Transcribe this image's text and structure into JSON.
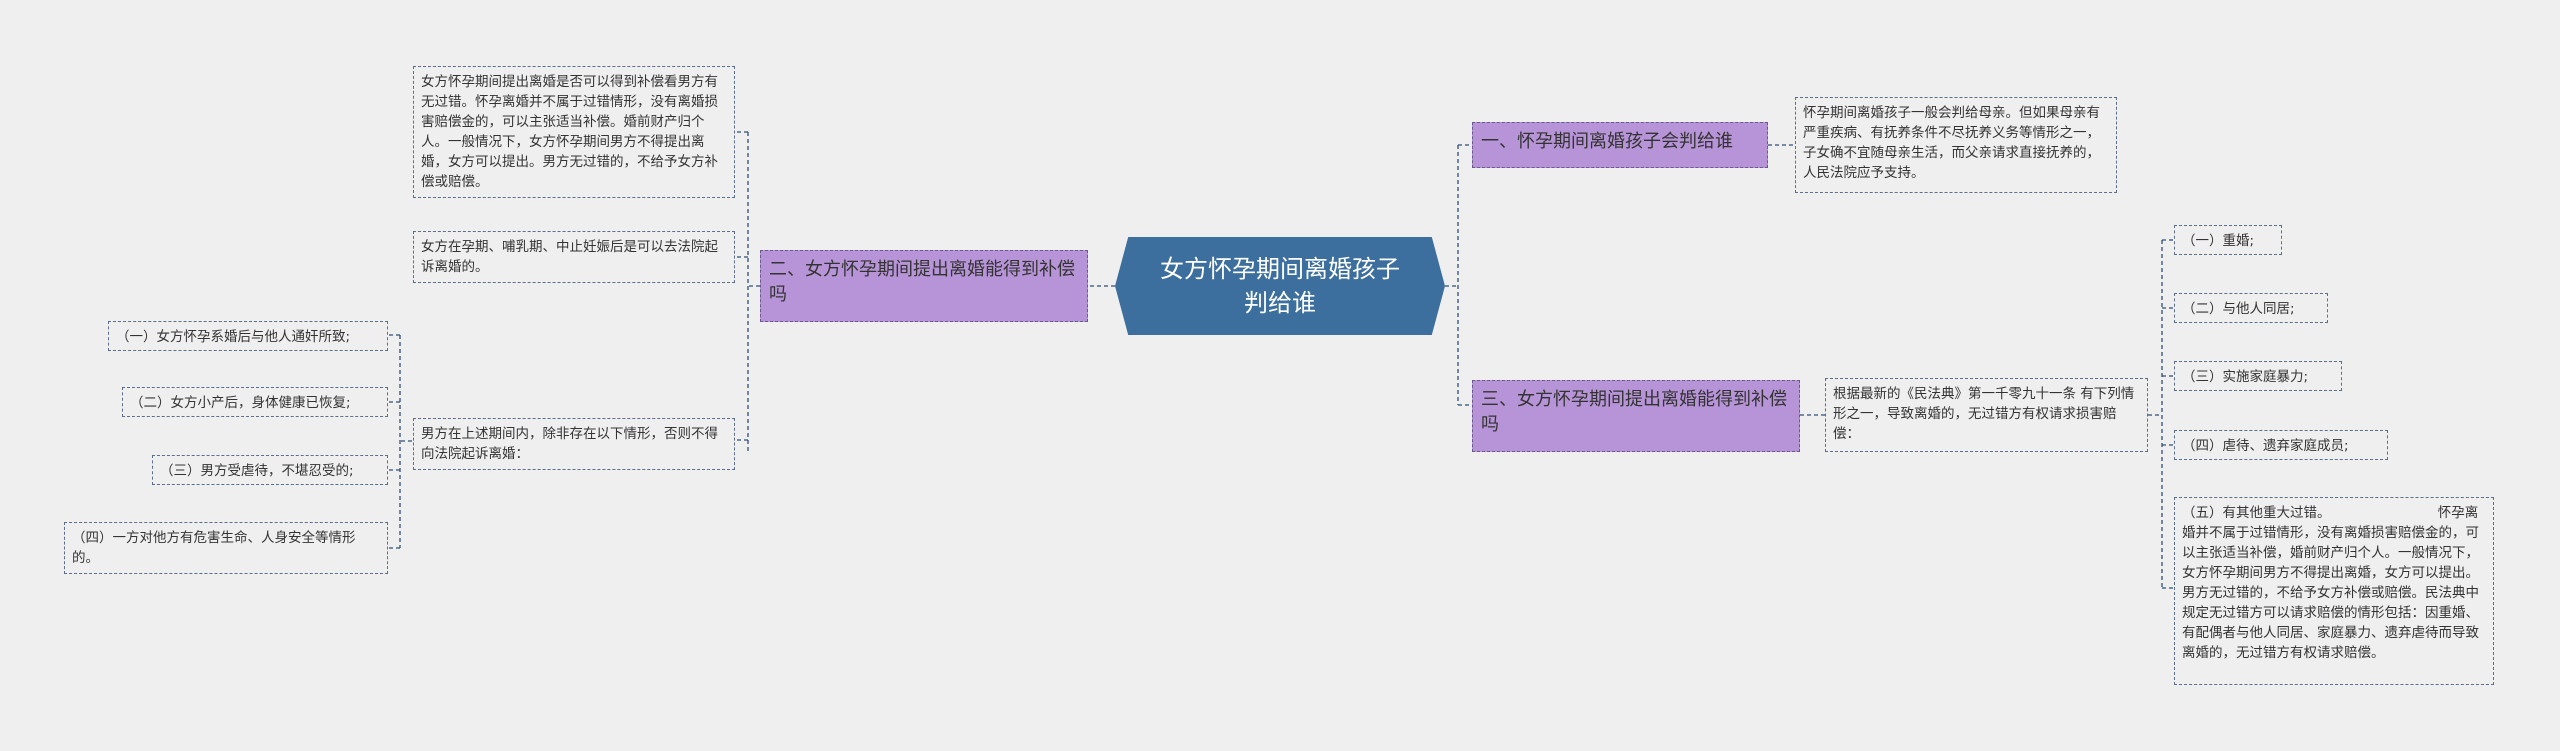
{
  "root": {
    "title": "女方怀孕期间离婚孩子判给谁"
  },
  "left": {
    "branch2": {
      "label": "二、女方怀孕期间提出离婚能得到补偿吗",
      "leaf_a": "女方怀孕期间提出离婚是否可以得到补偿看男方有无过错。怀孕离婚并不属于过错情形，没有离婚损害赔偿金的，可以主张适当补偿。婚前财产归个人。一般情况下，女方怀孕期间男方不得提出离婚，女方可以提出。男方无过错的，不给予女方补偿或赔偿。",
      "leaf_b": "女方在孕期、哺乳期、中止妊娠后是可以去法院起诉离婚的。",
      "leaf_c": "男方在上述期间内，除非存在以下情形，否则不得向法院起诉离婚：",
      "sub": [
        "（一）女方怀孕系婚后与他人通奸所致;",
        "（二）女方小产后，身体健康已恢复;",
        "（三）男方受虐待，不堪忍受的;",
        "（四）一方对他方有危害生命、人身安全等情形的。"
      ]
    }
  },
  "right": {
    "branch1": {
      "label": "一、怀孕期间离婚孩子会判给谁",
      "leaf": "怀孕期间离婚孩子一般会判给母亲。但如果母亲有严重疾病、有抚养条件不尽抚养义务等情形之一，子女确不宜随母亲生活，而父亲请求直接抚养的，人民法院应予支持。"
    },
    "branch3": {
      "label": "三、女方怀孕期间提出离婚能得到补偿吗",
      "leaf": "根据最新的《民法典》第一千零九十一条 有下列情形之一，导致离婚的，无过错方有权请求损害赔偿：",
      "sub": [
        "（一）重婚;",
        "（二）与他人同居;",
        "（三）实施家庭暴力;",
        "（四）虐待、遗弃家庭成员;",
        "（五）有其他重大过错。                         怀孕离婚并不属于过错情形，没有离婚损害赔偿金的，可以主张适当补偿，婚前财产归个人。一般情况下，女方怀孕期间男方不得提出离婚，女方可以提出。男方无过错的，不给予女方补偿或赔偿。民法典中规定无过错方可以请求赔偿的情形包括：因重婚、有配偶者与他人同居、家庭暴力、遗弃虐待而导致离婚的，无过错方有权请求赔偿。"
      ]
    }
  },
  "colors": {
    "root_fill": "#3c6f9e",
    "branch_fill": "#b794d7",
    "background": "#efefef",
    "connector": "#2f4e78"
  }
}
